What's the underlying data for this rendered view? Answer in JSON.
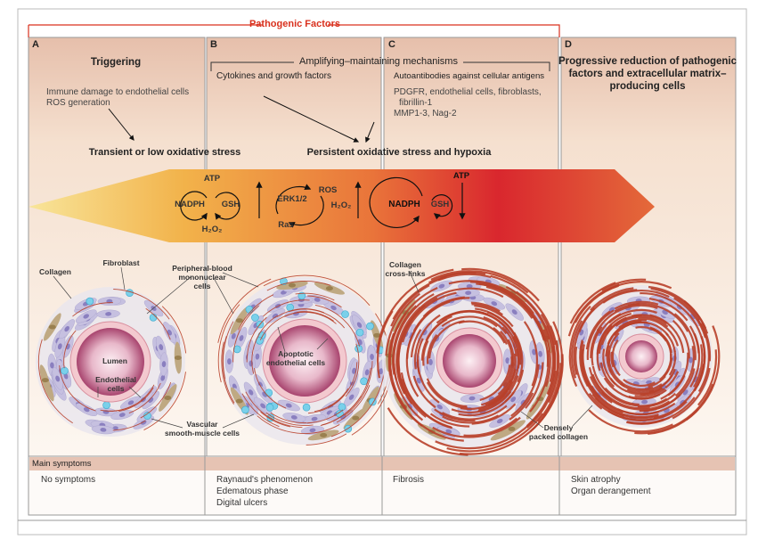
{
  "header": {
    "title": "Pathogenic Factors",
    "amplifying_title": "Amplifying–maintaining mechanisms"
  },
  "panels": [
    {
      "letter": "A",
      "title": "Triggering",
      "notes": [
        "Immune damage to endothelial cells",
        "ROS generation"
      ],
      "stress": "Transient or low oxidative stress"
    },
    {
      "letter": "B",
      "subtitle": "Cytokines and growth factors",
      "stress": "Persistent oxidative stress and hypoxia"
    },
    {
      "letter": "C",
      "subtitle": "Autoantibodies against cellular antigens",
      "notes": [
        "PDGFR, endothelial cells, fibroblasts,",
        "fibrillin-1",
        "MMP1-3, Nag-2"
      ]
    },
    {
      "letter": "D",
      "title": [
        "Progressive reduction of pathogenic",
        "factors and extracellular matrix–",
        "producing cells"
      ]
    }
  ],
  "arrow": {
    "labels": {
      "atp1": "ATP",
      "nadph1": "NADPH",
      "gsh1": "GSH",
      "h2o2_1": "H₂O₂",
      "erk": "ERK1/2",
      "ros": "ROS",
      "h2o2_2": "H₂O₂",
      "ras": "Ras",
      "nadph2": "NADPH",
      "gsh2": "GSH",
      "atp2": "ATP"
    },
    "colors": [
      "#f8e59a",
      "#f2b24a",
      "#e9743a",
      "#d9272e",
      "#e46a3a"
    ]
  },
  "vessel_labels": {
    "collagen": "Collagen",
    "fibroblast": "Fibroblast",
    "pbmc": [
      "Peripheral-blood",
      "mononuclear",
      "cells"
    ],
    "lumen": "Lumen",
    "endothelial": [
      "Endothelial",
      "cells"
    ],
    "apoptotic": [
      "Apoptotic",
      "endothelial cells"
    ],
    "vsmc": [
      "Vascular",
      "smooth-muscle cells"
    ],
    "crosslinks": [
      "Collagen",
      "cross-links"
    ],
    "dense": [
      "Densely",
      "packed collagen"
    ]
  },
  "symptoms": {
    "header": "Main symptoms",
    "columns": [
      [
        "No symptoms"
      ],
      [
        "Raynaud's phenomenon",
        "Edematous phase",
        "Digital ulcers"
      ],
      [
        "Fibrosis"
      ],
      [
        "Skin atrophy",
        "Organ derangement"
      ]
    ]
  },
  "colors": {
    "accent": "#d9311e",
    "panel_top": "#e8c2ae",
    "panel_bg": "#fbf3ea",
    "collagen": "#b8402a",
    "smooth_muscle": "#c6c0e0",
    "fibroblast": "#bfa983",
    "pbmc": "#7ad0ea",
    "lumen": "#a8446e"
  }
}
